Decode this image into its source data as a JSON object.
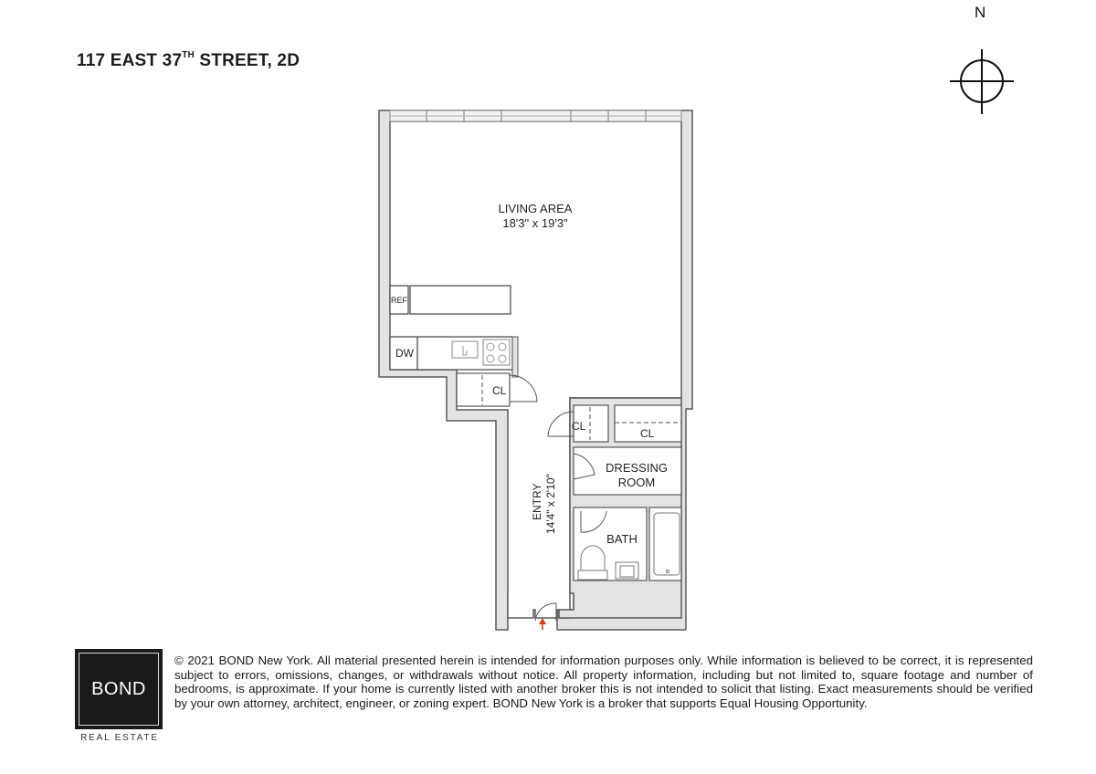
{
  "header": {
    "address_prefix": "117 EAST 37",
    "address_superscript": "TH",
    "address_suffix": " STREET, 2D"
  },
  "compass": {
    "label": "N",
    "icon": "north-arrow-compass-icon"
  },
  "floorplan": {
    "rooms": [
      {
        "id": "living",
        "name": "LIVING AREA",
        "dimensions": "18'3\" x 19'3\""
      },
      {
        "id": "entry",
        "name": "ENTRY",
        "dimensions": "14'4\" x 2'10\""
      },
      {
        "id": "dressing",
        "name": "DRESSING",
        "name_line2": "ROOM"
      },
      {
        "id": "bath",
        "name": "BATH"
      }
    ],
    "fixtures": {
      "ref": "REF",
      "dw": "DW",
      "closet_1": "CL",
      "closet_2": "CL",
      "closet_3": "CL"
    },
    "entrance_arrow_color": "#d9341f",
    "wall_fill": "#e3e3e3",
    "wall_stroke": "#555555"
  },
  "footer": {
    "logo_text": "BOND",
    "logo_subtext": "REAL ESTATE",
    "disclaimer": "© 2021 BOND New York. All material presented herein is intended for information purposes only. While information is believed to be correct, it is represented subject to errors, omissions, changes, or withdrawals without notice. All property information, including but not limited to, square footage and number of bedrooms, is approximate. If your home is currently listed with another broker this is not intended to solicit that listing. Exact measurements should be verified by your own attorney, architect, engineer, or zoning expert. BOND New York is a broker that supports Equal Housing Opportunity."
  }
}
